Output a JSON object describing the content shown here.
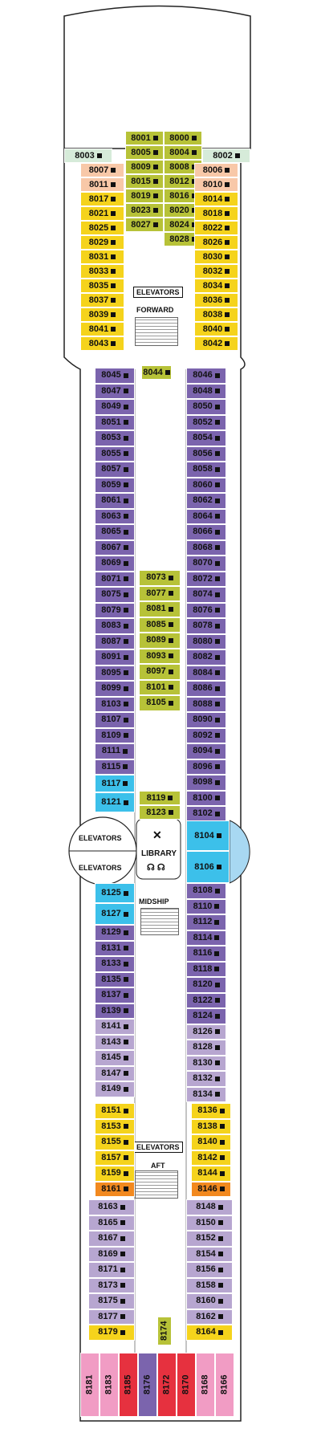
{
  "colors": {
    "green": "#b7c238",
    "pink_light": "#f8c8a8",
    "yellow": "#f5d31c",
    "purple": "#7b64ad",
    "purple_light": "#b7a6d0",
    "blue": "#3cc0ea",
    "orange": "#f2891f",
    "pink": "#f19cc4",
    "red": "#e6313f",
    "hull": "#ffffff",
    "outline": "#222222",
    "mint": "#d6ebd9"
  },
  "labels": {
    "elevators_fwd": "ELEVATORS",
    "forward": "FORWARD",
    "elevators_mid_top": "ELEVATORS",
    "elevators_mid_bottom": "ELEVATORS",
    "library": "LIBRARY",
    "midship": "MIDSHIP",
    "elevators_aft": "ELEVATORS",
    "aft": "AFT"
  },
  "cabins": [
    {
      "n": "8001",
      "c": "green"
    },
    {
      "n": "8000",
      "c": "green"
    },
    {
      "n": "8005",
      "c": "green"
    },
    {
      "n": "8004",
      "c": "green"
    },
    {
      "n": "8009",
      "c": "green"
    },
    {
      "n": "8008",
      "c": "green"
    },
    {
      "n": "8015",
      "c": "green"
    },
    {
      "n": "8012",
      "c": "green"
    },
    {
      "n": "8019",
      "c": "green"
    },
    {
      "n": "8016",
      "c": "green"
    },
    {
      "n": "8023",
      "c": "green"
    },
    {
      "n": "8020",
      "c": "green"
    },
    {
      "n": "8027",
      "c": "green"
    },
    {
      "n": "8024",
      "c": "green"
    },
    {
      "n": "8028",
      "c": "green"
    },
    {
      "n": "8003",
      "c": "mint"
    },
    {
      "n": "8002",
      "c": "mint"
    },
    {
      "n": "8007",
      "c": "pink_light"
    },
    {
      "n": "8006",
      "c": "pink_light"
    },
    {
      "n": "8011",
      "c": "pink_light"
    },
    {
      "n": "8010",
      "c": "pink_light"
    },
    {
      "n": "8017",
      "c": "yellow"
    },
    {
      "n": "8014",
      "c": "yellow"
    },
    {
      "n": "8021",
      "c": "yellow"
    },
    {
      "n": "8018",
      "c": "yellow"
    },
    {
      "n": "8025",
      "c": "yellow"
    },
    {
      "n": "8022",
      "c": "yellow"
    },
    {
      "n": "8029",
      "c": "yellow"
    },
    {
      "n": "8026",
      "c": "yellow"
    },
    {
      "n": "8031",
      "c": "yellow"
    },
    {
      "n": "8030",
      "c": "yellow"
    },
    {
      "n": "8033",
      "c": "yellow"
    },
    {
      "n": "8032",
      "c": "yellow"
    },
    {
      "n": "8035",
      "c": "yellow"
    },
    {
      "n": "8034",
      "c": "yellow"
    },
    {
      "n": "8037",
      "c": "yellow"
    },
    {
      "n": "8036",
      "c": "yellow"
    },
    {
      "n": "8039",
      "c": "yellow"
    },
    {
      "n": "8038",
      "c": "yellow"
    },
    {
      "n": "8041",
      "c": "yellow"
    },
    {
      "n": "8040",
      "c": "yellow"
    },
    {
      "n": "8043",
      "c": "yellow"
    },
    {
      "n": "8042",
      "c": "yellow"
    },
    {
      "n": "8044",
      "c": "green"
    },
    {
      "n": "8045",
      "c": "purple"
    },
    {
      "n": "8046",
      "c": "purple"
    },
    {
      "n": "8047",
      "c": "purple"
    },
    {
      "n": "8048",
      "c": "purple"
    },
    {
      "n": "8049",
      "c": "purple"
    },
    {
      "n": "8050",
      "c": "purple"
    },
    {
      "n": "8051",
      "c": "purple"
    },
    {
      "n": "8052",
      "c": "purple"
    },
    {
      "n": "8053",
      "c": "purple"
    },
    {
      "n": "8054",
      "c": "purple"
    },
    {
      "n": "8055",
      "c": "purple"
    },
    {
      "n": "8056",
      "c": "purple"
    },
    {
      "n": "8057",
      "c": "purple"
    },
    {
      "n": "8058",
      "c": "purple"
    },
    {
      "n": "8059",
      "c": "purple"
    },
    {
      "n": "8060",
      "c": "purple"
    },
    {
      "n": "8061",
      "c": "purple"
    },
    {
      "n": "8062",
      "c": "purple"
    },
    {
      "n": "8063",
      "c": "purple"
    },
    {
      "n": "8064",
      "c": "purple"
    },
    {
      "n": "8065",
      "c": "purple"
    },
    {
      "n": "8066",
      "c": "purple"
    },
    {
      "n": "8067",
      "c": "purple"
    },
    {
      "n": "8068",
      "c": "purple"
    },
    {
      "n": "8069",
      "c": "purple"
    },
    {
      "n": "8070",
      "c": "purple"
    },
    {
      "n": "8071",
      "c": "purple"
    },
    {
      "n": "8072",
      "c": "purple"
    },
    {
      "n": "8075",
      "c": "purple"
    },
    {
      "n": "8074",
      "c": "purple"
    },
    {
      "n": "8079",
      "c": "purple"
    },
    {
      "n": "8076",
      "c": "purple"
    },
    {
      "n": "8083",
      "c": "purple"
    },
    {
      "n": "8078",
      "c": "purple"
    },
    {
      "n": "8087",
      "c": "purple"
    },
    {
      "n": "8080",
      "c": "purple"
    },
    {
      "n": "8091",
      "c": "purple"
    },
    {
      "n": "8082",
      "c": "purple"
    },
    {
      "n": "8095",
      "c": "purple"
    },
    {
      "n": "8084",
      "c": "purple"
    },
    {
      "n": "8099",
      "c": "purple"
    },
    {
      "n": "8086",
      "c": "purple"
    },
    {
      "n": "8103",
      "c": "purple"
    },
    {
      "n": "8088",
      "c": "purple"
    },
    {
      "n": "8107",
      "c": "purple"
    },
    {
      "n": "8090",
      "c": "purple"
    },
    {
      "n": "8109",
      "c": "purple"
    },
    {
      "n": "8092",
      "c": "purple"
    },
    {
      "n": "8111",
      "c": "purple"
    },
    {
      "n": "8094",
      "c": "purple"
    },
    {
      "n": "8115",
      "c": "purple"
    },
    {
      "n": "8096",
      "c": "purple"
    },
    {
      "n": "8098",
      "c": "purple"
    },
    {
      "n": "8117",
      "c": "blue"
    },
    {
      "n": "8100",
      "c": "purple"
    },
    {
      "n": "8121",
      "c": "blue"
    },
    {
      "n": "8102",
      "c": "purple"
    },
    {
      "n": "8073",
      "c": "green"
    },
    {
      "n": "8077",
      "c": "green"
    },
    {
      "n": "8081",
      "c": "green"
    },
    {
      "n": "8085",
      "c": "green"
    },
    {
      "n": "8089",
      "c": "green"
    },
    {
      "n": "8093",
      "c": "green"
    },
    {
      "n": "8097",
      "c": "green"
    },
    {
      "n": "8101",
      "c": "green"
    },
    {
      "n": "8105",
      "c": "green"
    },
    {
      "n": "8119",
      "c": "green"
    },
    {
      "n": "8123",
      "c": "green"
    },
    {
      "n": "8104",
      "c": "blue"
    },
    {
      "n": "8106",
      "c": "blue"
    },
    {
      "n": "8125",
      "c": "blue"
    },
    {
      "n": "8127",
      "c": "blue"
    },
    {
      "n": "8108",
      "c": "purple"
    },
    {
      "n": "8110",
      "c": "purple"
    },
    {
      "n": "8129",
      "c": "purple"
    },
    {
      "n": "8112",
      "c": "purple"
    },
    {
      "n": "8131",
      "c": "purple"
    },
    {
      "n": "8114",
      "c": "purple"
    },
    {
      "n": "8133",
      "c": "purple"
    },
    {
      "n": "8116",
      "c": "purple"
    },
    {
      "n": "8135",
      "c": "purple"
    },
    {
      "n": "8118",
      "c": "purple"
    },
    {
      "n": "8137",
      "c": "purple"
    },
    {
      "n": "8120",
      "c": "purple"
    },
    {
      "n": "8139",
      "c": "purple"
    },
    {
      "n": "8122",
      "c": "purple"
    },
    {
      "n": "8124",
      "c": "purple"
    },
    {
      "n": "8141",
      "c": "purple_light"
    },
    {
      "n": "8126",
      "c": "purple_light"
    },
    {
      "n": "8143",
      "c": "purple_light"
    },
    {
      "n": "8128",
      "c": "purple_light"
    },
    {
      "n": "8145",
      "c": "purple_light"
    },
    {
      "n": "8130",
      "c": "purple_light"
    },
    {
      "n": "8147",
      "c": "purple_light"
    },
    {
      "n": "8132",
      "c": "purple_light"
    },
    {
      "n": "8149",
      "c": "purple_light"
    },
    {
      "n": "8134",
      "c": "purple_light"
    },
    {
      "n": "8151",
      "c": "yellow"
    },
    {
      "n": "8136",
      "c": "yellow"
    },
    {
      "n": "8153",
      "c": "yellow"
    },
    {
      "n": "8138",
      "c": "yellow"
    },
    {
      "n": "8155",
      "c": "yellow"
    },
    {
      "n": "8140",
      "c": "yellow"
    },
    {
      "n": "8157",
      "c": "yellow"
    },
    {
      "n": "8142",
      "c": "yellow"
    },
    {
      "n": "8159",
      "c": "yellow"
    },
    {
      "n": "8144",
      "c": "yellow"
    },
    {
      "n": "8161",
      "c": "orange"
    },
    {
      "n": "8146",
      "c": "orange"
    },
    {
      "n": "8163",
      "c": "purple_light"
    },
    {
      "n": "8148",
      "c": "purple_light"
    },
    {
      "n": "8165",
      "c": "purple_light"
    },
    {
      "n": "8150",
      "c": "purple_light"
    },
    {
      "n": "8167",
      "c": "purple_light"
    },
    {
      "n": "8152",
      "c": "purple_light"
    },
    {
      "n": "8169",
      "c": "purple_light"
    },
    {
      "n": "8154",
      "c": "purple_light"
    },
    {
      "n": "8171",
      "c": "purple_light"
    },
    {
      "n": "8156",
      "c": "purple_light"
    },
    {
      "n": "8173",
      "c": "purple_light"
    },
    {
      "n": "8158",
      "c": "purple_light"
    },
    {
      "n": "8175",
      "c": "purple_light"
    },
    {
      "n": "8160",
      "c": "purple_light"
    },
    {
      "n": "8177",
      "c": "purple_light"
    },
    {
      "n": "8162",
      "c": "purple_light"
    },
    {
      "n": "8179",
      "c": "yellow"
    },
    {
      "n": "8164",
      "c": "yellow"
    },
    {
      "n": "8174",
      "c": "green"
    },
    {
      "n": "8181",
      "c": "pink"
    },
    {
      "n": "8183",
      "c": "pink"
    },
    {
      "n": "8185",
      "c": "red"
    },
    {
      "n": "8176",
      "c": "purple"
    },
    {
      "n": "8172",
      "c": "red"
    },
    {
      "n": "8170",
      "c": "red"
    },
    {
      "n": "8168",
      "c": "pink"
    },
    {
      "n": "8166",
      "c": "pink"
    }
  ]
}
